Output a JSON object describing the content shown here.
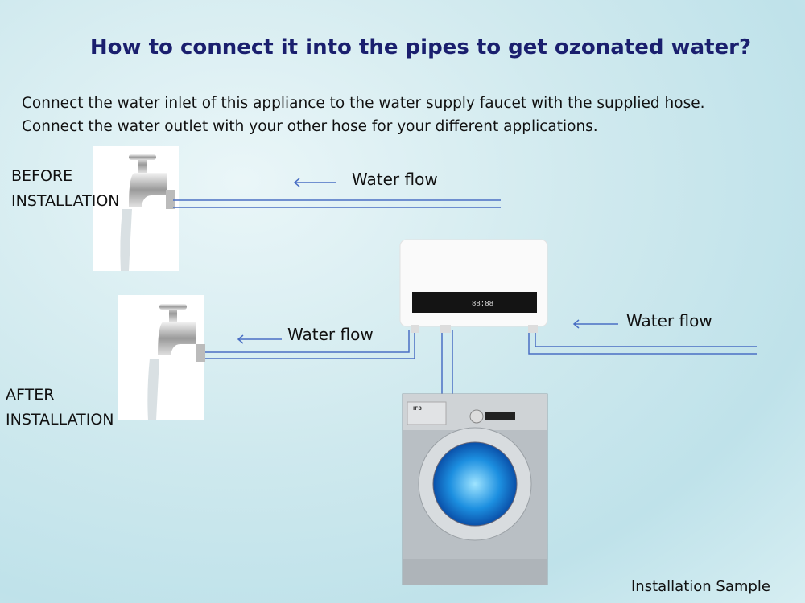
{
  "title": "How to connect it into the pipes to get ozonated water?",
  "description": [
    "Connect the water inlet of this appliance to the water supply faucet with the supplied hose.",
    "Connect the water outlet with your other hose for your different applications."
  ],
  "before_label": [
    "BEFORE",
    "INSTALLATION"
  ],
  "after_label": [
    "AFTER",
    "INSTALLATION"
  ],
  "flow_labels": {
    "before": "Water flow",
    "after_left": "Water flow",
    "after_right": "Water flow"
  },
  "appliance_display": "88:88",
  "washer_brand": "IFB",
  "caption": "Installation Sample",
  "colors": {
    "title": "#1a1f6e",
    "pipe": "#4a6fc4"
  }
}
